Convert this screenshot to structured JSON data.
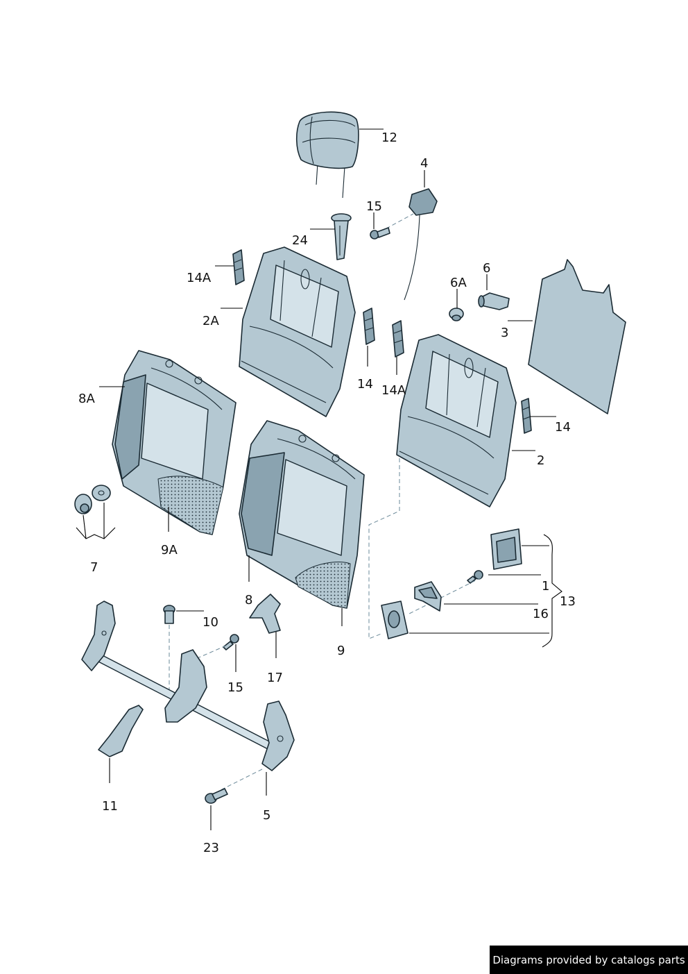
{
  "callouts": {
    "c12": "12",
    "c4": "4",
    "c15a": "15",
    "c24": "24",
    "c14a_1": "14A",
    "c2a": "2A",
    "c6a": "6A",
    "c6": "6",
    "c3": "3",
    "c14_1": "14",
    "c14a_2": "14A",
    "c8a": "8A",
    "c14_2": "14",
    "c2": "2",
    "c7": "7",
    "c9a": "9A",
    "c1": "1",
    "c13": "13",
    "c8": "8",
    "c16": "16",
    "c10": "10",
    "c17": "17",
    "c9": "9",
    "c15b": "15",
    "c11": "11",
    "c5": "5",
    "c23": "23"
  },
  "footer": {
    "text": "Diagrams provided by catalogs parts"
  }
}
